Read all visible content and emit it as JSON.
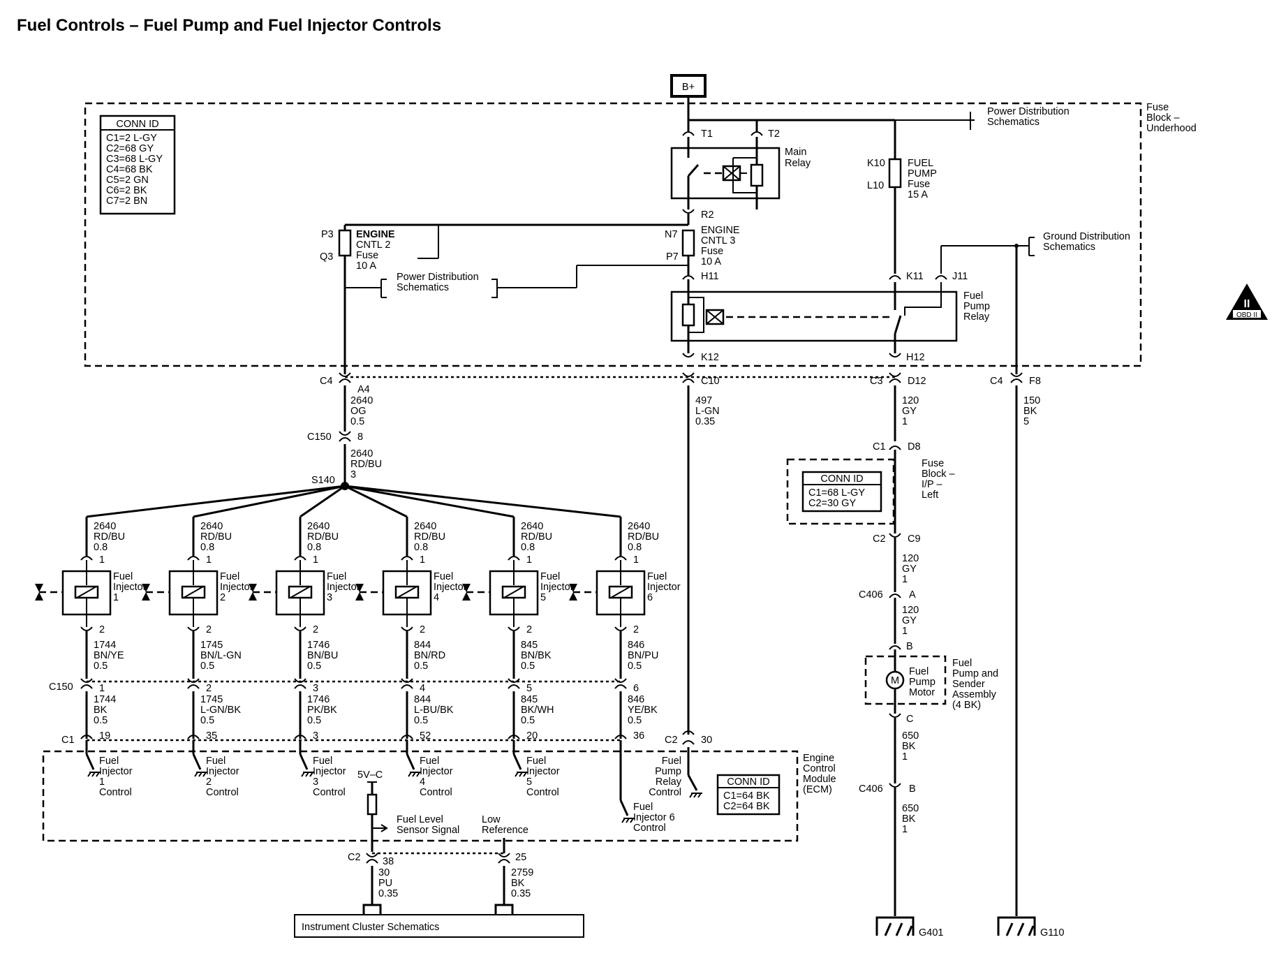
{
  "title": "Fuel Controls – Fuel Pump and Fuel Injector Controls",
  "battery": "B+",
  "conn_id_main": {
    "header": "CONN ID",
    "lines": [
      "C1=2 L-GY",
      "C2=68 GY",
      "C3=68 L-GY",
      "C4=68 BK",
      "C5=2 GN",
      "C6=2 BK",
      "C7=2 BN"
    ]
  },
  "conn_id_ip": {
    "header": "CONN ID",
    "lines": [
      "C1=68 L-GY",
      "C2=30 GY"
    ]
  },
  "conn_id_ecm": {
    "header": "CONN ID",
    "lines": [
      "C1=64 BK",
      "C2=64 BK"
    ]
  },
  "fuse_block_underhood": [
    "Fuse",
    "Block –",
    "Underhood"
  ],
  "fuse_block_ip": [
    "Fuse",
    "Block –",
    "I/P –",
    "Left"
  ],
  "power_dist_1": [
    "Power Distribution",
    "Schematics"
  ],
  "power_dist_2": [
    "Power Distribution",
    "Schematics"
  ],
  "ground_dist": [
    "Ground Distribution",
    "Schematics"
  ],
  "main_relay": [
    "Main",
    "Relay"
  ],
  "fuel_pump_relay": [
    "Fuel",
    "Pump",
    "Relay"
  ],
  "fuel_pump_fuse": [
    "FUEL",
    "PUMP",
    "Fuse",
    "15 A"
  ],
  "engine_cntl2": [
    "ENGINE",
    "CNTL 2",
    "Fuse",
    "10 A"
  ],
  "engine_cntl3": [
    "ENGINE",
    "CNTL 3",
    "Fuse",
    "10 A"
  ],
  "terminals": {
    "t1": "T1",
    "t2": "T2",
    "r2": "R2",
    "n7": "N7",
    "p7": "P7",
    "h11": "H11",
    "k12": "K12",
    "k10": "K10",
    "l10": "L10",
    "k11": "K11",
    "j11": "J11",
    "h12": "H12",
    "p3": "P3",
    "q3": "Q3"
  },
  "connectors": {
    "c4_a4": [
      "C4",
      "A4"
    ],
    "c4_c10": "C10",
    "c3_d12": [
      "C3",
      "D12"
    ],
    "c4_f8": [
      "C4",
      "F8"
    ],
    "c150_8": [
      "C150",
      "8"
    ],
    "s140": "S140",
    "c1_d8": [
      "C1",
      "D8"
    ],
    "c2_c9": [
      "C2",
      "C9"
    ],
    "c406_a": [
      "C406",
      "A"
    ],
    "motor_b": "B",
    "motor_c": "C",
    "c406_b": [
      "C406",
      "B"
    ],
    "c150_row": "C150",
    "c1_row": "C1",
    "c2_30": [
      "C2",
      "30"
    ],
    "c2_bottom": "C2",
    "c2_38": "38",
    "c2_25": "25"
  },
  "wires": {
    "a4": [
      "2640",
      "OG",
      "0.5"
    ],
    "c10": [
      "497",
      "L-GN",
      "0.35"
    ],
    "d12": [
      "120",
      "GY",
      "1"
    ],
    "f8": [
      "150",
      "BK",
      "5"
    ],
    "c150_8": [
      "2640",
      "RD/BU",
      "3"
    ],
    "c9": [
      "120",
      "GY",
      "1"
    ],
    "c406_a": [
      "120",
      "GY",
      "1"
    ],
    "motor_c": [
      "650",
      "BK",
      "1"
    ],
    "c406_b": [
      "650",
      "BK",
      "1"
    ],
    "c2_38": [
      "30",
      "PU",
      "0.35"
    ],
    "c2_25": [
      "2759",
      "BK",
      "0.35"
    ]
  },
  "injectors": [
    {
      "name": [
        "Fuel",
        "Injector",
        "1"
      ],
      "supply": [
        "2640",
        "RD/BU",
        "0.8"
      ],
      "pin_in": "1",
      "pin_out": "2",
      "out_wire": [
        "1744",
        "BN/YE",
        "0.5"
      ],
      "c150_pin": "1",
      "ecm_wire": [
        "1744",
        "BK",
        "0.5"
      ],
      "c1_pin": "19",
      "control": [
        "Fuel",
        "Injector",
        "1",
        "Control"
      ]
    },
    {
      "name": [
        "Fuel",
        "Injector",
        "2"
      ],
      "supply": [
        "2640",
        "RD/BU",
        "0.8"
      ],
      "pin_in": "1",
      "pin_out": "2",
      "out_wire": [
        "1745",
        "BN/L-GN",
        "0.5"
      ],
      "c150_pin": "2",
      "ecm_wire": [
        "1745",
        "L-GN/BK",
        "0.5"
      ],
      "c1_pin": "35",
      "control": [
        "Fuel",
        "Injector",
        "2",
        "Control"
      ]
    },
    {
      "name": [
        "Fuel",
        "Injector",
        "3"
      ],
      "supply": [
        "2640",
        "RD/BU",
        "0.8"
      ],
      "pin_in": "1",
      "pin_out": "2",
      "out_wire": [
        "1746",
        "BN/BU",
        "0.5"
      ],
      "c150_pin": "3",
      "ecm_wire": [
        "1746",
        "PK/BK",
        "0.5"
      ],
      "c1_pin": "3",
      "control": [
        "Fuel",
        "Injector",
        "3",
        "Control"
      ]
    },
    {
      "name": [
        "Fuel",
        "Injector",
        "4"
      ],
      "supply": [
        "2640",
        "RD/BU",
        "0.8"
      ],
      "pin_in": "1",
      "pin_out": "2",
      "out_wire": [
        "844",
        "BN/RD",
        "0.5"
      ],
      "c150_pin": "4",
      "ecm_wire": [
        "844",
        "L-BU/BK",
        "0.5"
      ],
      "c1_pin": "52",
      "control": [
        "Fuel",
        "Injector",
        "4",
        "Control"
      ]
    },
    {
      "name": [
        "Fuel",
        "Injector",
        "5"
      ],
      "supply": [
        "2640",
        "RD/BU",
        "0.8"
      ],
      "pin_in": "1",
      "pin_out": "2",
      "out_wire": [
        "845",
        "BN/BK",
        "0.5"
      ],
      "c150_pin": "5",
      "ecm_wire": [
        "845",
        "BK/WH",
        "0.5"
      ],
      "c1_pin": "20",
      "control": [
        "Fuel",
        "Injector",
        "5",
        "Control"
      ]
    },
    {
      "name": [
        "Fuel",
        "Injector",
        "6"
      ],
      "supply": [
        "2640",
        "RD/BU",
        "0.8"
      ],
      "pin_in": "1",
      "pin_out": "2",
      "out_wire": [
        "846",
        "BN/PU",
        "0.5"
      ],
      "c150_pin": "6",
      "ecm_wire": [
        "846",
        "YE/BK",
        "0.5"
      ],
      "c1_pin": "36",
      "control": [
        "Fuel",
        "Injector 6",
        "Control"
      ]
    }
  ],
  "ecm": [
    "Engine",
    "Control",
    "Module",
    "(ECM)"
  ],
  "fuel_pump_relay_control": [
    "Fuel",
    "Pump",
    "Relay",
    "Control"
  ],
  "five_v": "5V–C",
  "fuel_level_signal": [
    "Fuel Level",
    "Sensor Signal"
  ],
  "low_reference": [
    "Low",
    "Reference"
  ],
  "pump_motor_inner": [
    "Fuel",
    "Pump",
    "Motor"
  ],
  "motor_symbol": "M",
  "pump_assembly": [
    "Fuel",
    "Pump and",
    "Sender",
    "Assembly",
    "(4 BK)"
  ],
  "instrument_cluster": "Instrument Cluster Schematics",
  "grounds": {
    "g401": "G401",
    "g110": "G110"
  },
  "obd": {
    "roman": "II",
    "label": "OBD II"
  }
}
